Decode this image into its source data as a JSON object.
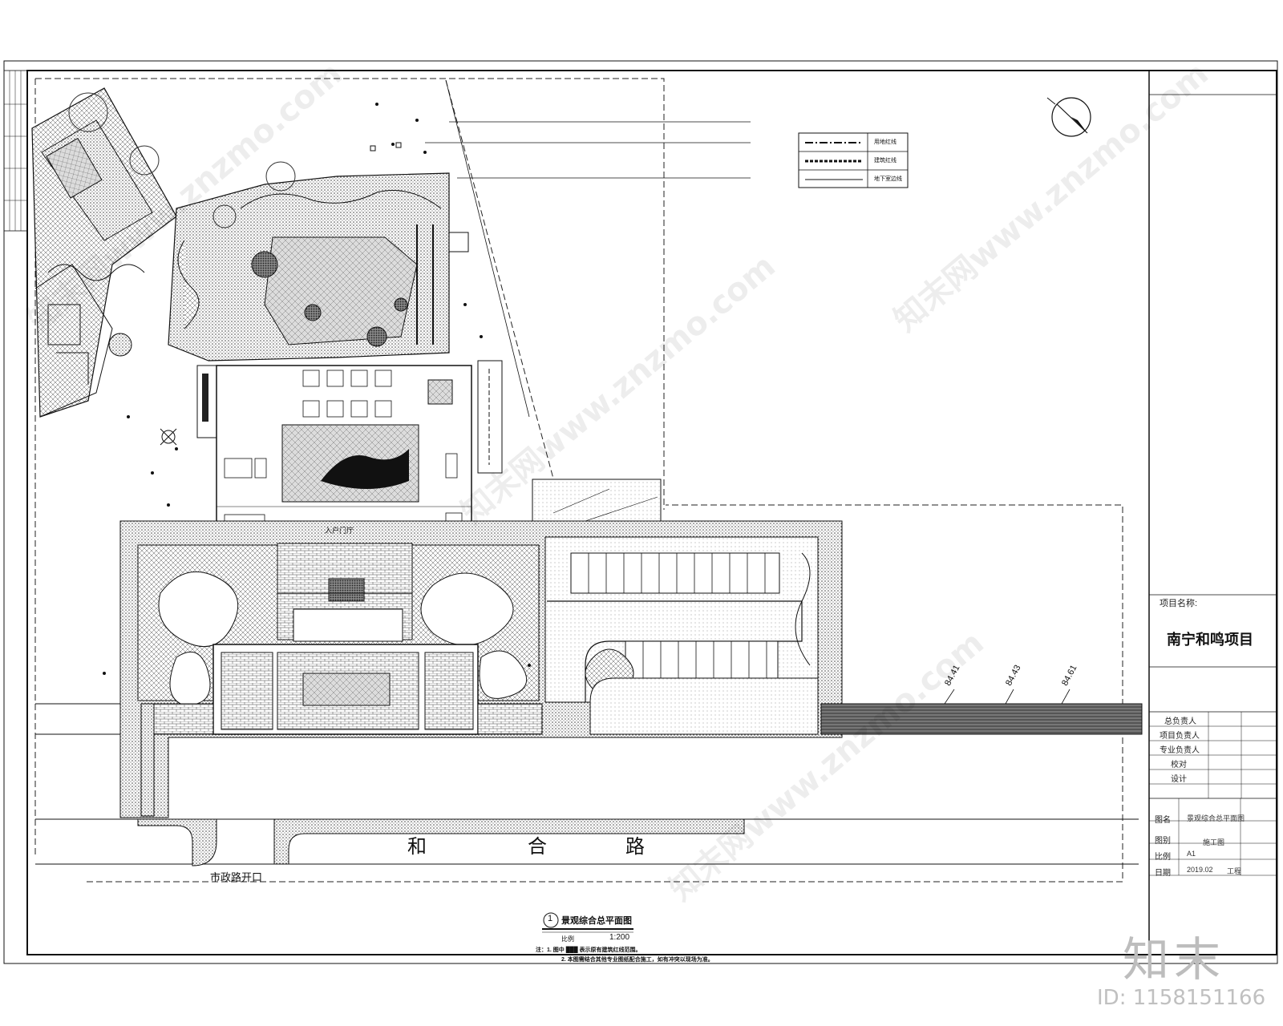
{
  "plan": {
    "title": "景观综合总平面图",
    "scale": "1:200",
    "figure_no": "1",
    "scale_prefix": "比例",
    "road_name": [
      "和",
      "合",
      "路"
    ],
    "road_opening": "市政路开口",
    "entrance_hall": "入户门厅",
    "notes": [
      "注：1. 图中 ███ 表示原有建筑红线范围。",
      "2. 本图需结合其他专业图纸配合施工，如有冲突以现场为准。"
    ],
    "elevations": [
      "84.41",
      "84.43",
      "84.61"
    ]
  },
  "legend": {
    "items": [
      {
        "label": "用地红线"
      },
      {
        "label": "建筑红线"
      },
      {
        "label": "地下室边线"
      }
    ]
  },
  "title_block": {
    "project_label": "项目名称:",
    "project_name": "南宁和鸣项目",
    "roles": [
      "总负责人",
      "项目负责人",
      "专业负责人",
      "校对",
      "设计"
    ],
    "rows": [
      {
        "label": "图名",
        "value": "景观综合总平面图"
      },
      {
        "label": "图别",
        "value": "施工图"
      },
      {
        "label": "比例",
        "value": "A1"
      },
      {
        "label": "日期",
        "value": "2019.02"
      }
    ],
    "extra": "工程"
  },
  "watermark": {
    "brand_text": "知末",
    "id_text": "ID: 1158151166",
    "tile_text": "知末网www.znzmo.com"
  },
  "colors": {
    "line": "#111111",
    "hatch": "#555555",
    "paper": "#ffffff"
  }
}
